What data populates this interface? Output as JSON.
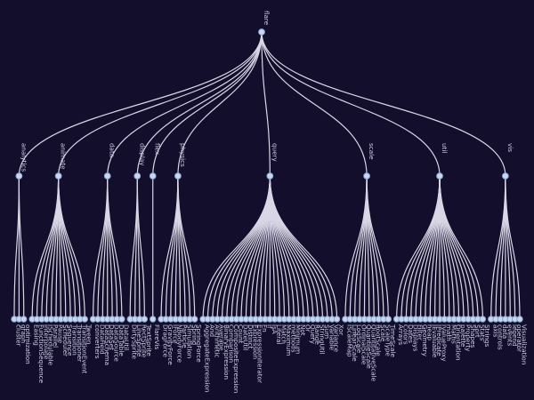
{
  "theme": {
    "background": "#120e2c",
    "link_color": "#d9d6e6",
    "node_fill": "#c6d8f2",
    "node_stroke": "#8ea4cc",
    "label_color": "#cfcde6"
  },
  "tree": {
    "name": "flare",
    "children": [
      {
        "name": "analytics",
        "children": [
          "cluster",
          "graph",
          "optimization"
        ]
      },
      {
        "name": "animate",
        "children": [
          "Easing",
          "FunctionSequence",
          "interpolate",
          "ISchedulable",
          "Parallel",
          "Pause",
          "Scheduler",
          "Sequence",
          "Transition",
          "Transitioner",
          "TransitionEvent",
          "Tween"
        ]
      },
      {
        "name": "data",
        "children": [
          "converters",
          "DataField",
          "DataSchema",
          "DataSet",
          "DataSource",
          "DataTable",
          "DataUtil"
        ]
      },
      {
        "name": "display",
        "children": [
          "DirtySprite",
          "LineSprite",
          "RectSprite",
          "TextSprite"
        ]
      },
      {
        "name": "flex",
        "children": [
          "FlareVis"
        ]
      },
      {
        "name": "physics",
        "children": [
          "DragForce",
          "GravityForce",
          "IForce",
          "NBodyForce",
          "Particle",
          "Simulation",
          "Spring",
          "SpringForce"
        ]
      },
      {
        "name": "query",
        "children": [
          "AggregateExpression",
          "And",
          "Arithmetic",
          "Average",
          "BinaryExpression",
          "Comparison",
          "CompositeExpression",
          "Count",
          "DateUtil",
          "Distinct",
          "Expression",
          "ExpressionIterator",
          "Fn",
          "If",
          "IsA",
          "Literal",
          "Match",
          "Maximum",
          "methods",
          "Minimum",
          "Not",
          "Or",
          "Query",
          "Range",
          "StringUtil",
          "Sum",
          "Variable",
          "Variance",
          "Xor"
        ]
      },
      {
        "name": "scale",
        "children": [
          "IScaleMap",
          "LinearScale",
          "LogScale",
          "OrdinalScale",
          "QuantileScale",
          "QuantitativeScale",
          "RootScale",
          "Scale",
          "ScaleType",
          "TimeScale"
        ]
      },
      {
        "name": "util",
        "children": [
          "Arrays",
          "Colors",
          "Dates",
          "Displays",
          "Filter",
          "Geometry",
          "heap",
          "IEvaluable",
          "IPredicate",
          "IValueProxy",
          "math",
          "Maths",
          "Orientation",
          "palette",
          "Property",
          "Shapes",
          "Sort",
          "Stats",
          "Strings"
        ]
      },
      {
        "name": "vis",
        "children": [
          "axis",
          "controls",
          "data",
          "events",
          "legend",
          "operator",
          "Visualization"
        ]
      }
    ]
  }
}
